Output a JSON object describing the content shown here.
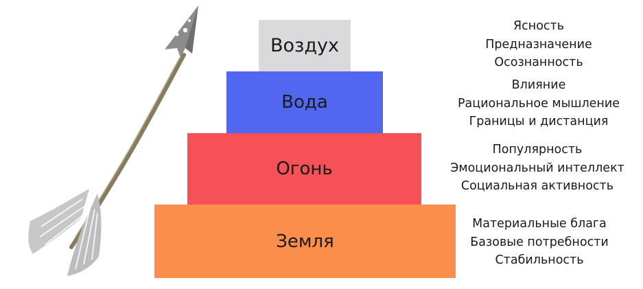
{
  "levels": [
    {
      "label": "Воздух",
      "color": "#dadadc",
      "traits": [
        "Ясность",
        "Предназначение",
        "Осознанность"
      ]
    },
    {
      "label": "Вода",
      "color": "#5167ef",
      "traits": [
        "Влияние",
        "Рациональное мышление",
        "Границы и дистанция"
      ]
    },
    {
      "label": "Огонь",
      "color": "#f65157",
      "traits": [
        "Популярность",
        "Эмоциональный интеллект",
        "Социальная активность"
      ]
    },
    {
      "label": "Земля",
      "color": "#fa8e4a",
      "traits": [
        "Материальные блага",
        "Базовые потребности",
        "Стабильность"
      ]
    }
  ],
  "arrow_icon": "arrow-up-right-icon",
  "arrow_colors": {
    "head": "#8c8c8c",
    "shaft": "#867b5f",
    "fletching": "#bdbdbd"
  }
}
